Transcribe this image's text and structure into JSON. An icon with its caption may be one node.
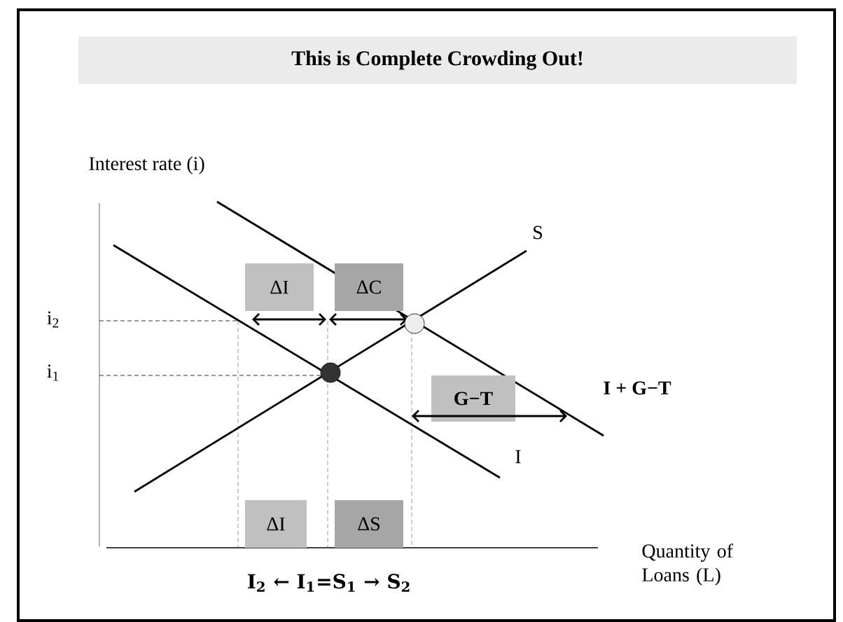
{
  "diagram": {
    "title": "This is Complete Crowding Out!",
    "nodes": [
      {
        "text": [
          "ΔI"
        ]
      },
      {
        "text": [
          "ΔC"
        ]
      },
      {
        "text": [
          "G−T"
        ]
      },
      {
        "text": [
          "ΔI"
        ]
      },
      {
        "text": [
          "ΔS"
        ]
      }
    ],
    "labels": [
      "Interest rate (i)",
      "S",
      "i$_{2}$",
      "i$_{1}$",
      "I + G−T",
      "I",
      "Quantity of Loans (L)",
      "I$_{2}$ ← I$_{1}$=S$_{1}$ → S$_{2}$"
    ]
  }
}
